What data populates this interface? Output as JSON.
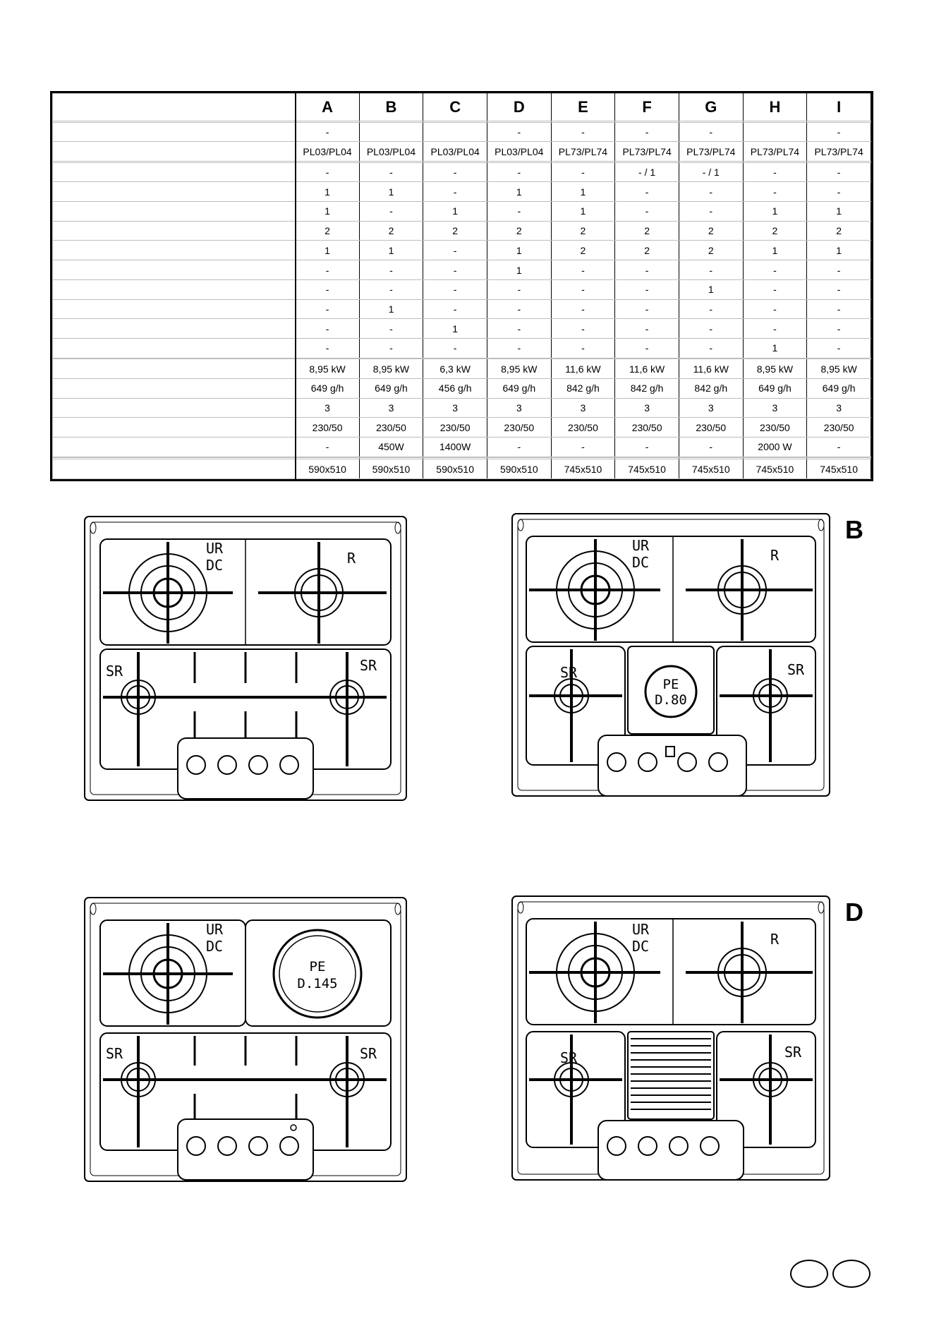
{
  "table": {
    "columns": [
      "A",
      "B",
      "C",
      "D",
      "E",
      "F",
      "G",
      "H",
      "I"
    ],
    "row_labels": [
      "",
      "",
      "",
      "",
      "",
      "",
      "",
      "",
      "",
      "",
      "",
      "",
      "",
      "",
      "",
      "",
      "",
      "",
      "",
      "",
      "",
      "",
      "",
      ""
    ],
    "rows": [
      [
        "",
        "",
        "",
        "",
        "",
        "",
        "",
        "",
        ""
      ],
      [
        "-",
        "",
        "",
        "-",
        "-",
        "-",
        "-",
        "",
        "-"
      ],
      [
        "PL03/PL04",
        "PL03/PL04",
        "PL03/PL04",
        "PL03/PL04",
        "PL73/PL74",
        "PL73/PL74",
        "PL73/PL74",
        "PL73/PL74",
        "PL73/PL74"
      ],
      [
        "",
        "",
        "",
        "",
        "",
        "",
        "",
        "",
        ""
      ],
      [
        "-",
        "-",
        "-",
        "-",
        "-",
        "- / 1",
        "- / 1",
        "-",
        "-"
      ],
      [
        "1",
        "1",
        "-",
        "1",
        "1",
        "-",
        "-",
        "-",
        "-"
      ],
      [
        "1",
        "-",
        "1",
        "-",
        "1",
        "-",
        "-",
        "1",
        "1"
      ],
      [
        "2",
        "2",
        "2",
        "2",
        "2",
        "2",
        "2",
        "2",
        "2"
      ],
      [
        "1",
        "1",
        "-",
        "1",
        "2",
        "2",
        "2",
        "1",
        "1"
      ],
      [
        "-",
        "-",
        "-",
        "1",
        "-",
        "-",
        "-",
        "-",
        "-"
      ],
      [
        "-",
        "-",
        "-",
        "-",
        "-",
        "-",
        "1",
        "-",
        "-"
      ],
      [
        "-",
        "1",
        "-",
        "-",
        "-",
        "-",
        "-",
        "-",
        "-"
      ],
      [
        "-",
        "-",
        "1",
        "-",
        "-",
        "-",
        "-",
        "-",
        "-"
      ],
      [
        "-",
        "-",
        "-",
        "-",
        "-",
        "-",
        "-",
        "1",
        "-"
      ],
      [
        "",
        "",
        "",
        "",
        "",
        "",
        "",
        "",
        ""
      ],
      [
        "8,95 kW",
        "8,95 kW",
        "6,3 kW",
        "8,95 kW",
        "11,6 kW",
        "11,6 kW",
        "11,6 kW",
        "8,95 kW",
        "8,95 kW"
      ],
      [
        "649 g/h",
        "649 g/h",
        "456 g/h",
        "649 g/h",
        "842 g/h",
        "842 g/h",
        "842 g/h",
        "649 g/h",
        "649 g/h"
      ],
      [
        "3",
        "3",
        "3",
        "3",
        "3",
        "3",
        "3",
        "3",
        "3"
      ],
      [
        "230/50",
        "230/50",
        "230/50",
        "230/50",
        "230/50",
        "230/50",
        "230/50",
        "230/50",
        "230/50"
      ],
      [
        "-",
        "450W",
        "1400W",
        "-",
        "-",
        "-",
        "-",
        "2000 W",
        "-"
      ],
      [
        "",
        "",
        "",
        "",
        "",
        "",
        "",
        "",
        ""
      ],
      [
        "",
        "",
        "",
        "",
        "",
        "",
        "",
        "",
        ""
      ],
      [
        "590x510",
        "590x510",
        "590x510",
        "590x510",
        "745x510",
        "745x510",
        "745x510",
        "745x510",
        "745x510"
      ]
    ]
  },
  "hobs": {
    "a": {
      "burners": [
        "UR",
        "DC",
        "R",
        "SR",
        "SR"
      ]
    },
    "b": {
      "letter": "B",
      "burners": [
        "UR",
        "DC",
        "R",
        "SR",
        "SR"
      ],
      "plate": [
        "PE",
        "D.80"
      ]
    },
    "c": {
      "burners": [
        "UR",
        "DC",
        "SR",
        "SR"
      ],
      "plate": [
        "PE",
        "D.145"
      ]
    },
    "d": {
      "letter": "D",
      "burners": [
        "UR",
        "DC",
        "R",
        "SR",
        "SR"
      ]
    }
  },
  "footer": {
    "lang_ovals": [
      "",
      ""
    ]
  }
}
